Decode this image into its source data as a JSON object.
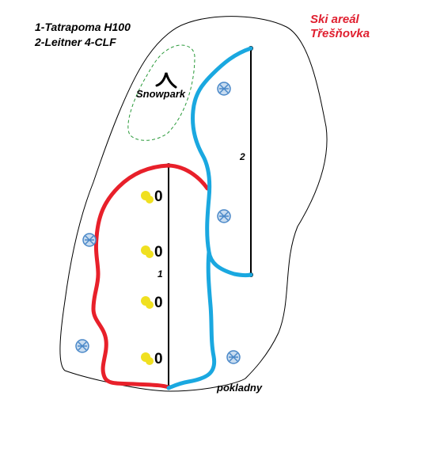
{
  "legend": {
    "line1": "1-Tatrapoma H100",
    "line2": "2-Leitner 4-CLF"
  },
  "title": {
    "line1": "Ski areál",
    "line2": "Třešňovka",
    "color": "#e02030"
  },
  "labels": {
    "snowpark": "Snowpark",
    "pokladny": "pokladny",
    "lift1": "1",
    "lift2": "2"
  },
  "light_marks": [
    "0",
    "0",
    "0",
    "0"
  ],
  "colors": {
    "red_slope": "#e8202a",
    "blue_slope": "#1aa8e0",
    "lift": "#000000",
    "snowpark_outline": "#2a9a3a",
    "light": "#f0e020",
    "snow_cannon": "#4a88c8"
  },
  "icons": {
    "snow_cannon": "snowflake-icon",
    "snowpark_jump": "ramp-icon",
    "floodlight": "lamp-icon"
  }
}
